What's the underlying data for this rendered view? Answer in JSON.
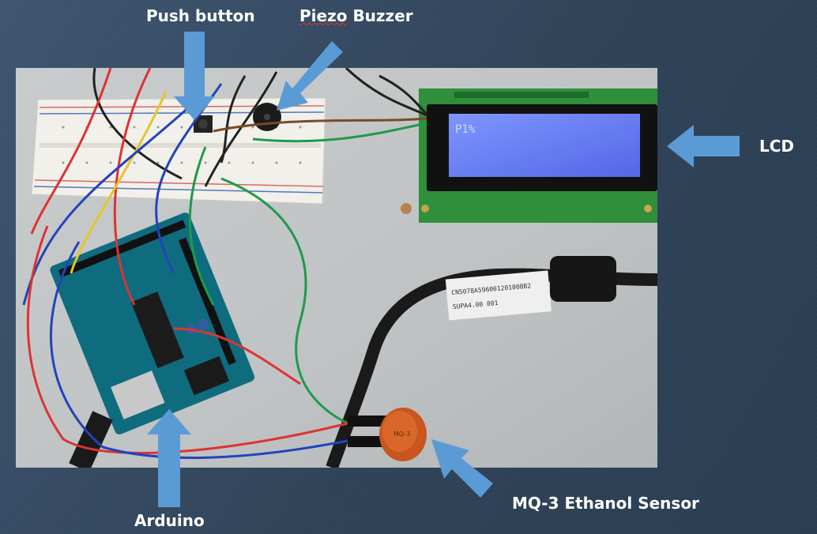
{
  "labels": {
    "push_button": "Push button",
    "piezo_word": "Piezo",
    "buzzer_word": "Buzzer",
    "lcd": "LCD",
    "arduino": "Arduino",
    "sensor": "MQ-3 Ethanol Sensor"
  },
  "lcd_screen_text": "P1%",
  "cable_label": {
    "line1": "CN5078A596001201008B2",
    "line2": "SUPA4.00 001"
  },
  "sensor_marking": "MQ-3",
  "colors": {
    "arrow": "#5b9bd5",
    "label_text": "#ffffff"
  }
}
